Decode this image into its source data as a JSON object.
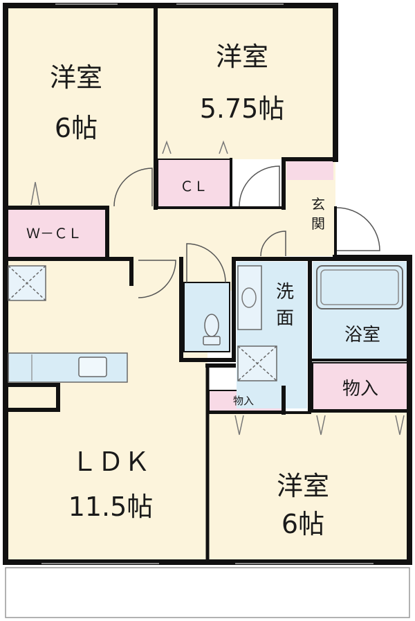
{
  "rooms": {
    "western_room_nw": {
      "name": "洋室",
      "size": "6帖"
    },
    "western_room_n": {
      "name": "洋室",
      "size": "5.75帖"
    },
    "closet": {
      "name": "ＣＬ"
    },
    "walk_in_closet": {
      "name": "Ｗ－ＣＬ"
    },
    "entrance": {
      "name_top": "玄",
      "name_bottom": "関"
    },
    "washroom": {
      "name_top": "洗",
      "name_bottom": "面"
    },
    "bathroom": {
      "name": "浴室"
    },
    "storage_large": {
      "name": "物入"
    },
    "storage_small": {
      "name": "物入"
    },
    "ldk": {
      "name": "ＬＤＫ",
      "size": "11.5帖"
    },
    "western_room_se": {
      "name": "洋室",
      "size": "6帖"
    }
  },
  "colors": {
    "room_fill": "#fcf4dc",
    "closet_fill": "#f8dae6",
    "wet_fill": "#d8ecf6",
    "wall": "#111111",
    "balcony_fill": "#ffffff"
  }
}
